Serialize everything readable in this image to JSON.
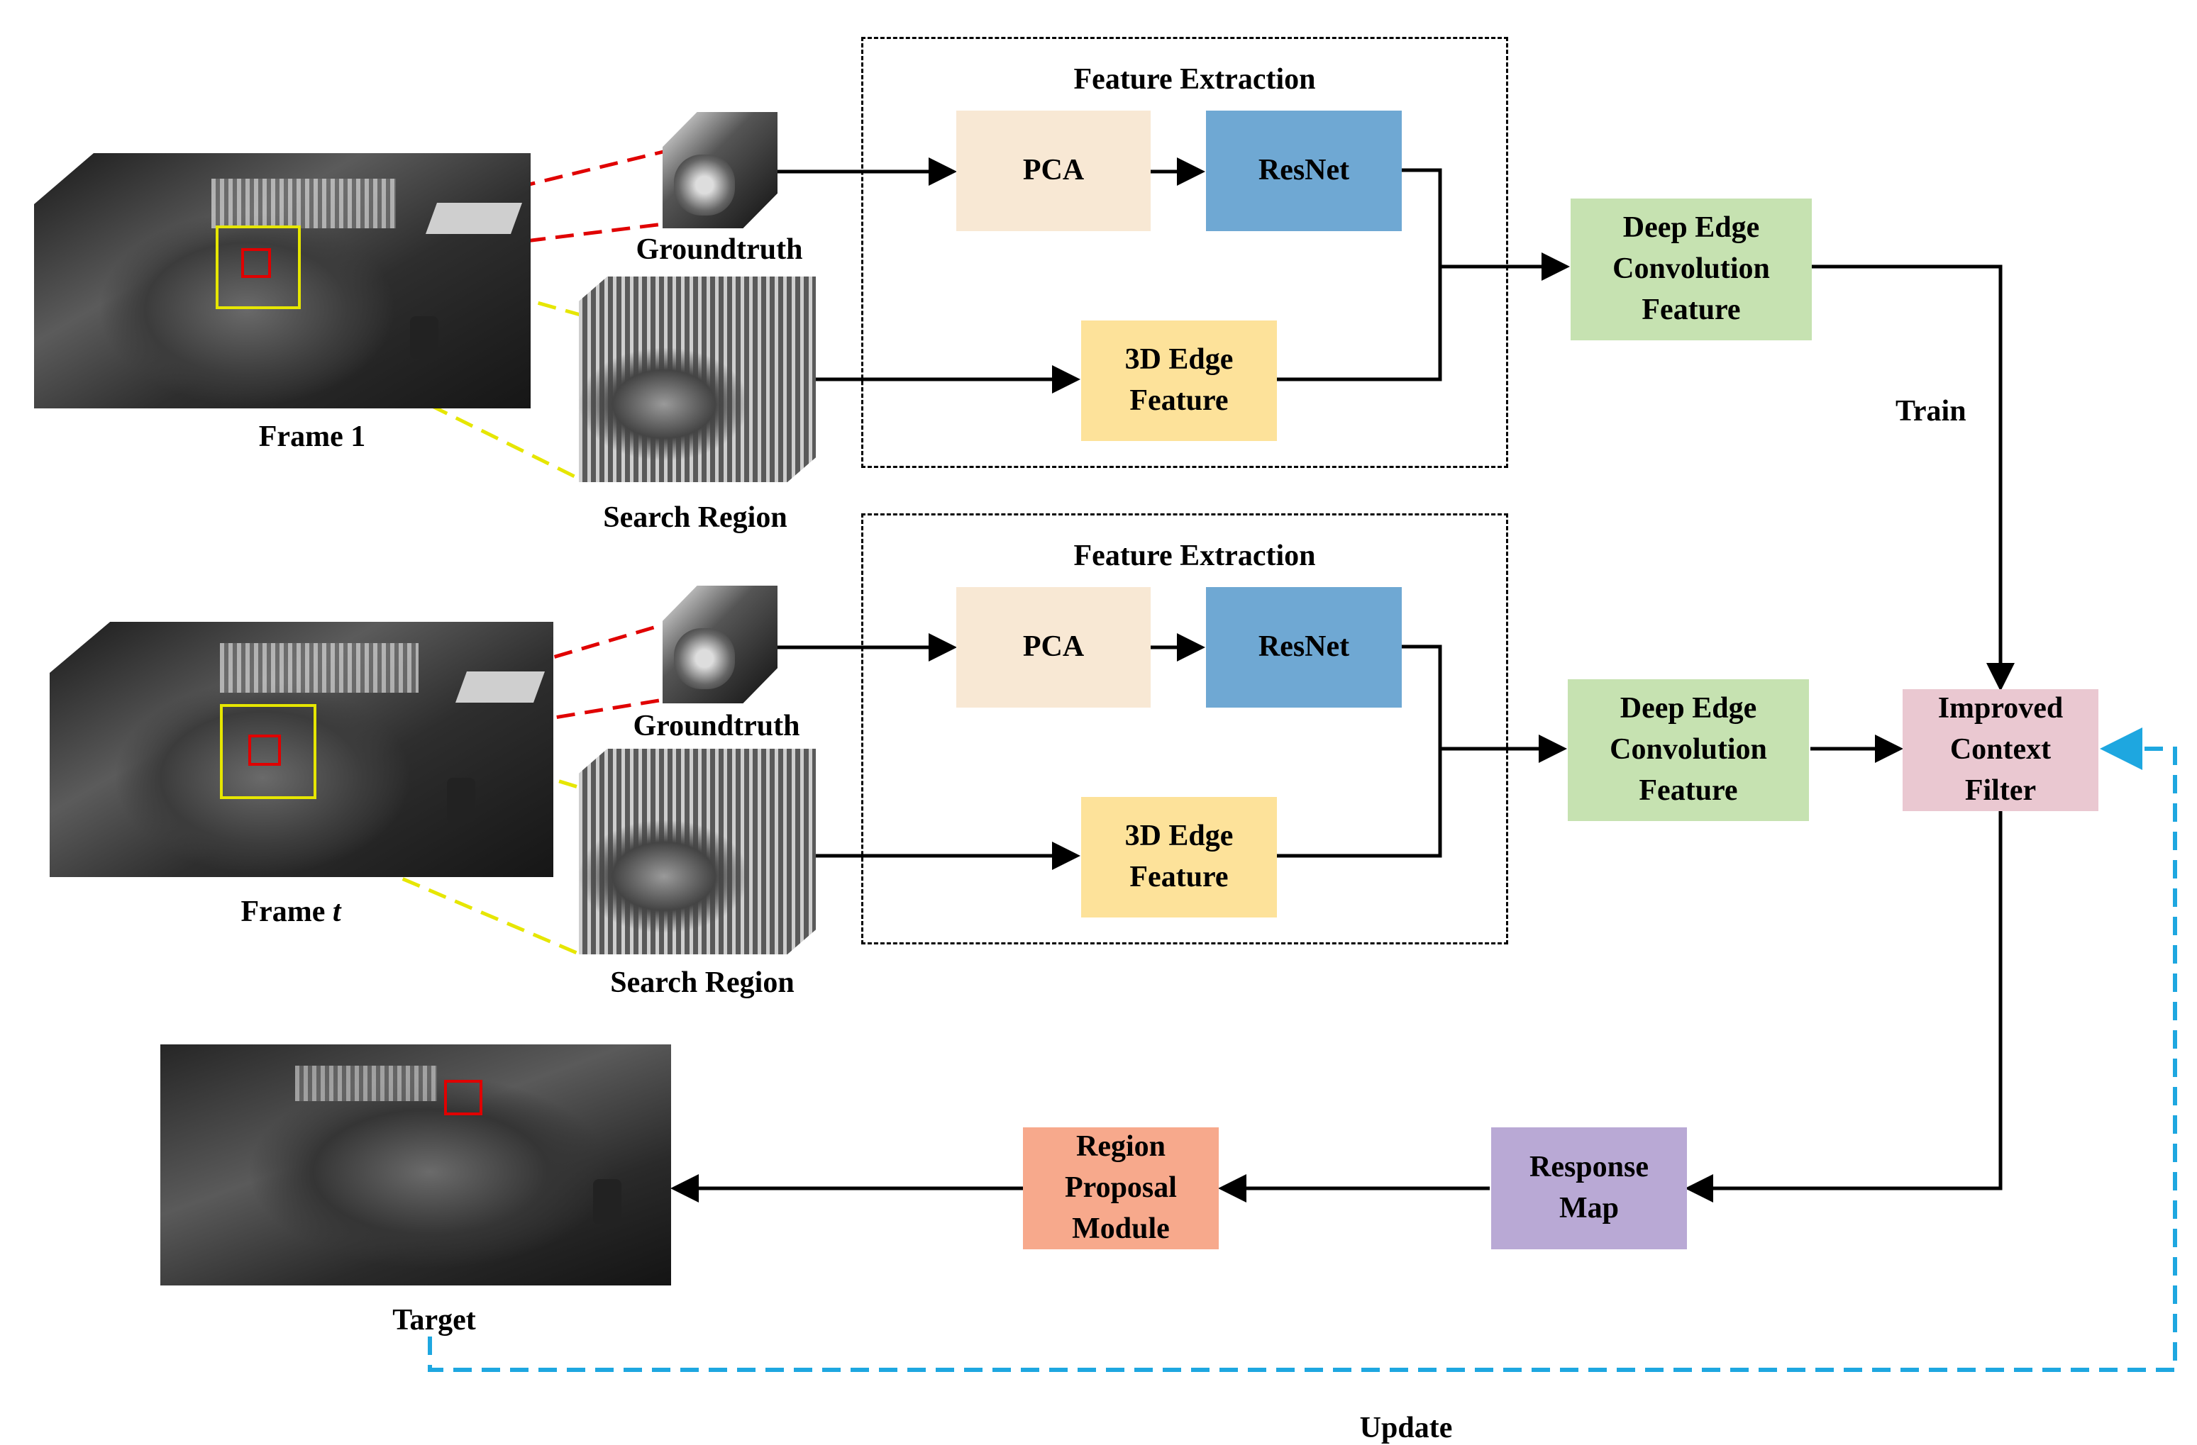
{
  "colors": {
    "pca": "#f8e8d4",
    "resnet": "#6fa8d3",
    "edge3d": "#fde29a",
    "deep_edge": "#c6e2b1",
    "icf": "#eac8d1",
    "response_map": "#b9a9d5",
    "region_proposal": "#f7a98c",
    "dashed_update": "#1ea7e0",
    "roi_red": "#e00000",
    "search_yellow": "#e6e600"
  },
  "branch1": {
    "frame_label": "Frame 1",
    "groundtruth_label": "Groundtruth",
    "search_region_label": "Search Region",
    "fe_title": "Feature Extraction",
    "pca": "PCA",
    "resnet": "ResNet",
    "edge3d_line1": "3D Edge",
    "edge3d_line2": "Feature",
    "deep_line1": "Deep Edge",
    "deep_line2": "Convolution",
    "deep_line3": "Feature"
  },
  "branch2": {
    "frame_label": "Frame",
    "frame_var": "t",
    "groundtruth_label": "Groundtruth",
    "search_region_label": "Search Region",
    "fe_title": "Feature Extraction",
    "pca": "PCA",
    "resnet": "ResNet",
    "edge3d_line1": "3D Edge",
    "edge3d_line2": "Feature",
    "deep_line1": "Deep Edge",
    "deep_line2": "Convolution",
    "deep_line3": "Feature"
  },
  "train_label": "Train",
  "icf": {
    "line1": "Improved",
    "line2": "Context",
    "line3": "Filter"
  },
  "response_map": {
    "line1": "Response",
    "line2": "Map"
  },
  "region_proposal": {
    "line1": "Region",
    "line2": "Proposal",
    "line3": "Module"
  },
  "target_label": "Target",
  "update_label": "Update"
}
